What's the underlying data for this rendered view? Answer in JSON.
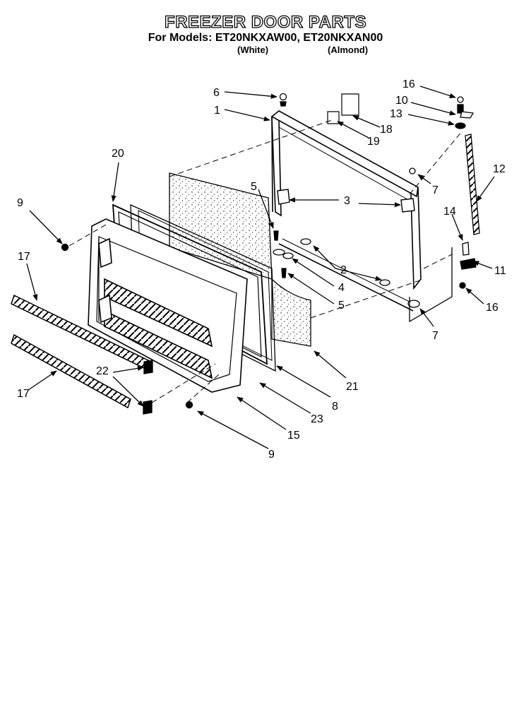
{
  "header": {
    "title": "FREEZER DOOR PARTS",
    "models_line": "For Models:  ET20NKXAW00, ET20NKXAN00",
    "variant_white": "(White)",
    "variant_almond": "(Almond)"
  },
  "callouts": [
    {
      "id": "c16a",
      "text": "16"
    },
    {
      "id": "c10",
      "text": "10"
    },
    {
      "id": "c13",
      "text": "13"
    },
    {
      "id": "c6",
      "text": "6"
    },
    {
      "id": "c1",
      "text": "1"
    },
    {
      "id": "c18",
      "text": "18"
    },
    {
      "id": "c19",
      "text": "19"
    },
    {
      "id": "c20",
      "text": "20"
    },
    {
      "id": "c12",
      "text": "12"
    },
    {
      "id": "c7a",
      "text": "7"
    },
    {
      "id": "c5a",
      "text": "5"
    },
    {
      "id": "c3",
      "text": "3"
    },
    {
      "id": "c9a",
      "text": "9"
    },
    {
      "id": "c14",
      "text": "14"
    },
    {
      "id": "c17a",
      "text": "17"
    },
    {
      "id": "c2",
      "text": "2"
    },
    {
      "id": "c4",
      "text": "4"
    },
    {
      "id": "c5b",
      "text": "5"
    },
    {
      "id": "c11",
      "text": "11"
    },
    {
      "id": "c16b",
      "text": "16"
    },
    {
      "id": "c7b",
      "text": "7"
    },
    {
      "id": "c22",
      "text": "22"
    },
    {
      "id": "c21",
      "text": "21"
    },
    {
      "id": "c17b",
      "text": "17"
    },
    {
      "id": "c8",
      "text": "8"
    },
    {
      "id": "c23",
      "text": "23"
    },
    {
      "id": "c15",
      "text": "15"
    },
    {
      "id": "c9b",
      "text": "9"
    }
  ],
  "colors": {
    "ink": "#000000",
    "paper": "#ffffff"
  }
}
